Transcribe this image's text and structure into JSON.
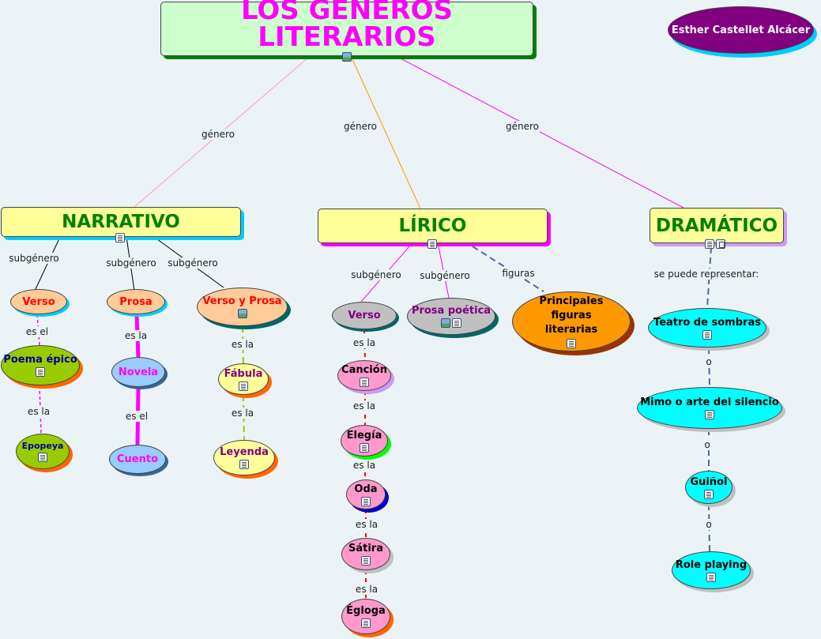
{
  "author": "Esther Castellet Alcácer",
  "title": "LOS GÉNEROS LITERARIOS",
  "genres": {
    "narrativo": "NARRATIVO",
    "lirico": "LÍRICO",
    "dramatico": "DRAMÁTICO"
  },
  "narrativo": {
    "verso": "Verso",
    "poema_epico": "Poema épico",
    "epopeya": "Epopeya",
    "prosa": "Prosa",
    "novela": "Novela",
    "cuento": "Cuento",
    "verso_prosa": "Verso y Prosa",
    "fabula": "Fábula",
    "leyenda": "Leyenda"
  },
  "lirico": {
    "verso": "Verso",
    "prosa_poetica": "Prosa poética",
    "figuras": "Principales figuras literarias",
    "cancion": "Canción",
    "elegia": "Elegía",
    "oda": "Oda",
    "satira": "Sátira",
    "egloga": "Égloga"
  },
  "dramatico": {
    "teatro": "Teatro de sombras",
    "mimo": "Mimo o arte del silencio",
    "guinol": "Guiñol",
    "role": "Role playing"
  },
  "labels": {
    "genero": "género",
    "subgenero": "subgénero",
    "es_el": "es el",
    "es_la": "es la",
    "figuras": "figuras",
    "se_puede": "se puede representar:",
    "o": "o"
  },
  "colors": {
    "background": "#ebf3f6",
    "title_fill": "#ccffcc",
    "title_text": "#ff00ff",
    "genre_fill": "#ffff99",
    "genre_text": "#008000",
    "author_fill": "#800080",
    "cyan": "#00ffff",
    "pink": "#ff99cc",
    "gray": "#c0c0c0",
    "orange": "#ff9900",
    "peach": "#ffcc99",
    "lightyellow": "#ffff99",
    "blue": "#99ccff",
    "green": "#99cc00"
  }
}
